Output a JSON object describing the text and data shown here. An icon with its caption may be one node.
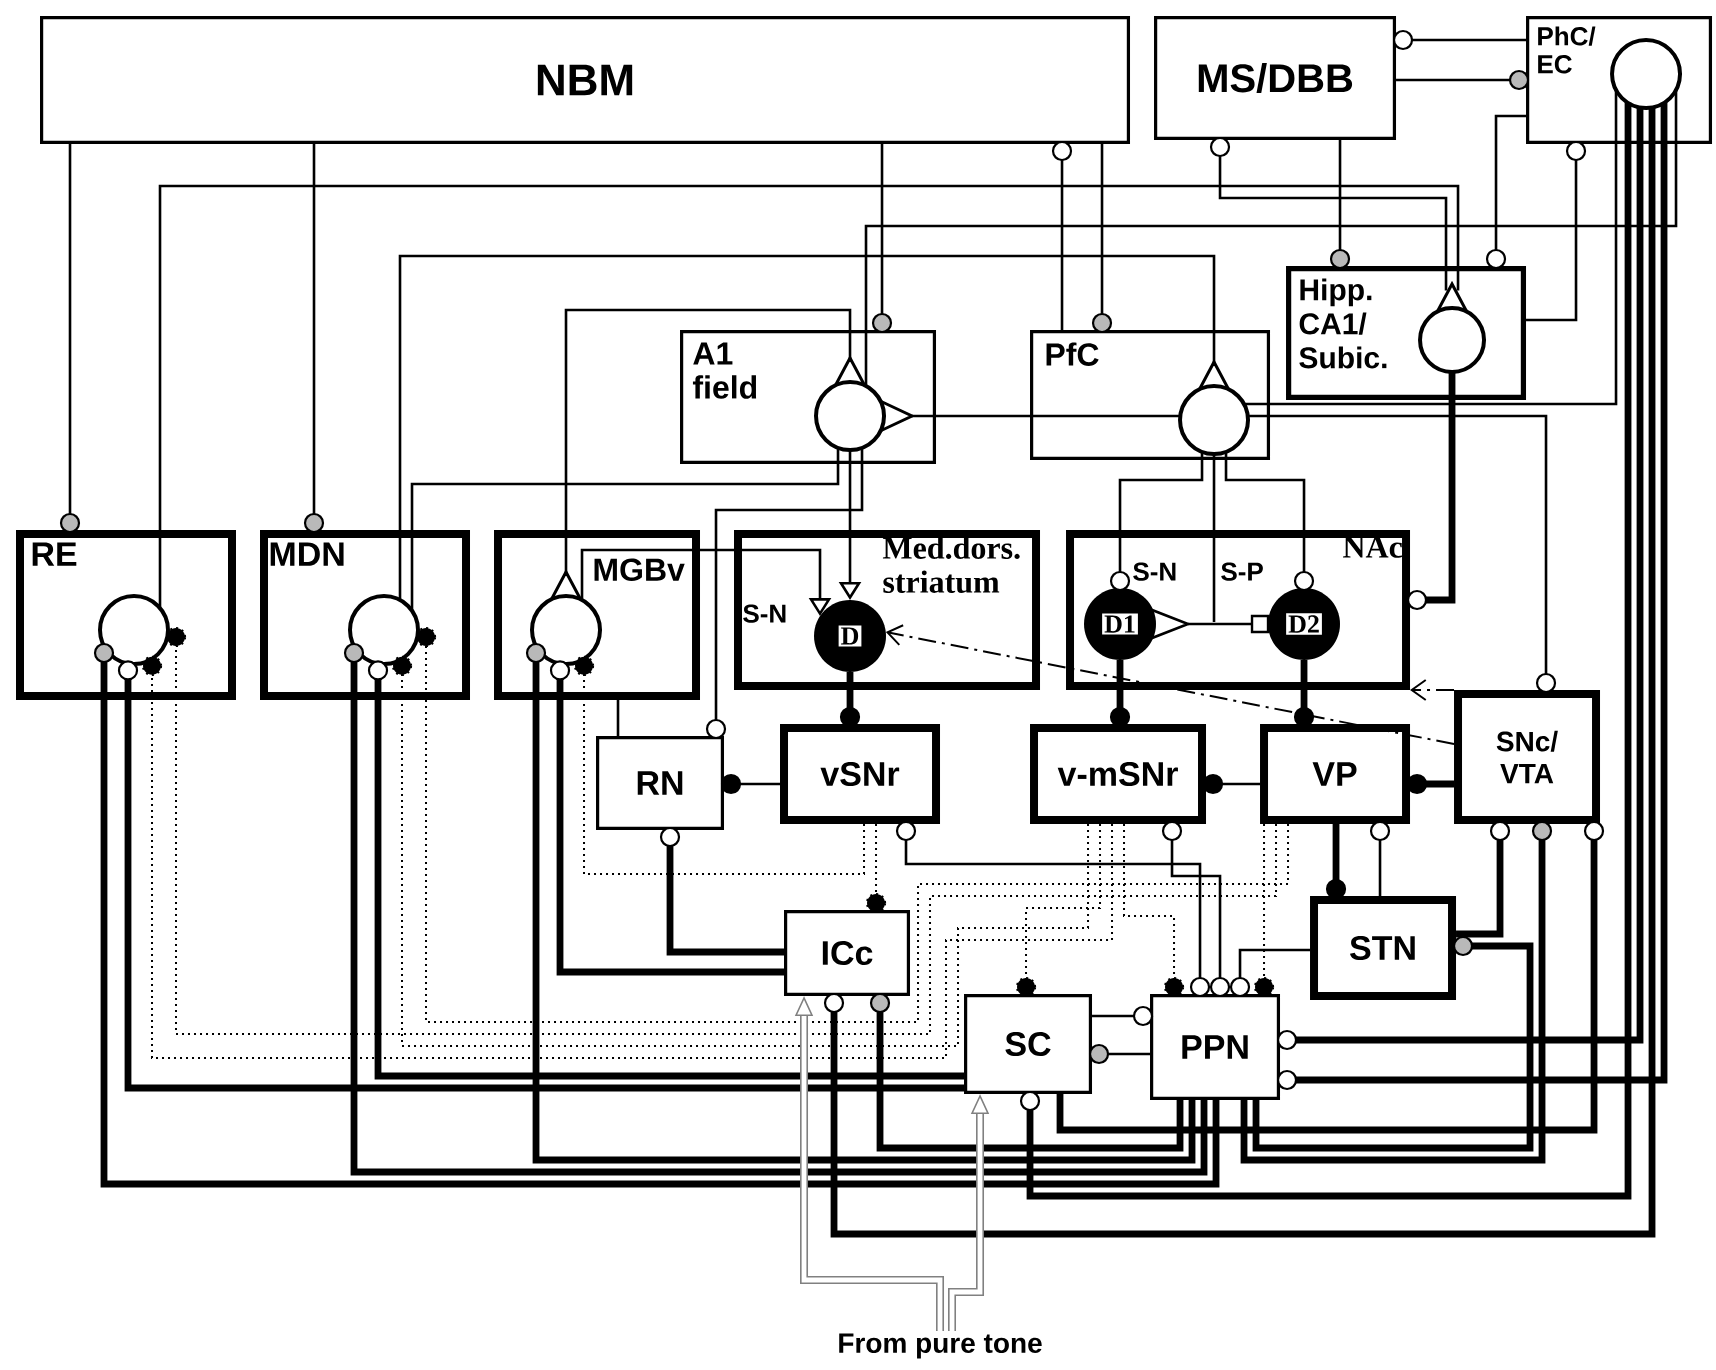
{
  "diagram": {
    "nodes": [
      {
        "text": [
          "NBM"
        ]
      },
      {
        "text": [
          "MS/DBB"
        ]
      },
      {
        "text": [
          "PhC/ EC"
        ]
      },
      {
        "text": [],
        "shape": "circle",
        "in": 2
      },
      {
        "text": [
          "Hipp. CA1/ Subic."
        ]
      },
      {
        "text": [],
        "shape": "circle",
        "in": 4
      },
      {
        "text": [
          "A1 field"
        ]
      },
      {
        "text": [],
        "shape": "circle",
        "in": 6
      },
      {
        "text": [
          "PfC"
        ]
      },
      {
        "text": [],
        "shape": "circle",
        "in": 8
      },
      {
        "text": [
          "RE"
        ]
      },
      {
        "text": [],
        "shape": "circle",
        "in": 10
      },
      {
        "text": [
          "MDN"
        ]
      },
      {
        "text": [],
        "shape": "circle",
        "in": 12
      },
      {
        "text": [
          "MGBv"
        ]
      },
      {
        "text": [],
        "shape": "circle",
        "in": 14
      },
      {
        "text": [
          "Med.dors. striatum",
          "S-N"
        ]
      },
      {
        "text": [
          "D"
        ],
        "in": 16
      },
      {
        "text": [
          "NAc",
          "S-N",
          "S-P"
        ]
      },
      {
        "text": [
          "D1"
        ],
        "in": 18
      },
      {
        "text": [
          "D2"
        ],
        "in": 18
      },
      {
        "text": [
          "RN"
        ]
      },
      {
        "text": [
          "vSNr"
        ]
      },
      {
        "text": [
          "v-mSNr"
        ]
      },
      {
        "text": [
          "VP"
        ]
      },
      {
        "text": [
          "SNc/ VTA"
        ]
      },
      {
        "text": [
          "ICc"
        ]
      },
      {
        "text": [
          "STN"
        ]
      },
      {
        "text": [
          "SC"
        ]
      },
      {
        "text": [
          "PPN"
        ]
      },
      {
        "text": [
          "From pure tone"
        ]
      }
    ],
    "edges": [
      {
        "from": 0,
        "to": 10,
        "arrow": "other"
      },
      {
        "from": 0,
        "to": 12,
        "arrow": "other"
      },
      {
        "from": 0,
        "to": 6,
        "arrow": "other"
      },
      {
        "from": 0,
        "to": 8,
        "arrow": "other"
      },
      {
        "from": 8,
        "to": 0,
        "arrow": "other"
      },
      {
        "from": 5,
        "to": 11,
        "arrow": "none"
      },
      {
        "from": 5,
        "to": 1,
        "arrow": "other"
      },
      {
        "from": 1,
        "to": 4,
        "arrow": "other"
      },
      {
        "from": 2,
        "to": 1,
        "arrow": "other"
      },
      {
        "from": 1,
        "to": 2,
        "arrow": "other"
      },
      {
        "from": 2,
        "to": 4,
        "arrow": "other"
      },
      {
        "from": 4,
        "to": 2,
        "arrow": "other"
      },
      {
        "from": 9,
        "to": 13,
        "arrow": "none"
      },
      {
        "from": 7,
        "to": 3,
        "arrow": "none"
      },
      {
        "from": 15,
        "to": 7,
        "arrow": "none"
      },
      {
        "from": 7,
        "to": 13,
        "arrow": "none"
      },
      {
        "from": 7,
        "to": 17,
        "arrow": "to"
      },
      {
        "from": 7,
        "to": 21,
        "arrow": "other"
      },
      {
        "from": 15,
        "to": 17,
        "arrow": "to"
      },
      {
        "from": 9,
        "to": 19,
        "arrow": "other"
      },
      {
        "from": 9,
        "to": 20,
        "arrow": "other"
      },
      {
        "from": 9,
        "to": null,
        "arrow": "none"
      },
      {
        "from": 19,
        "to": 20,
        "arrow": "other"
      },
      {
        "from": 7,
        "to": 9,
        "arrow": "none"
      },
      {
        "from": 9,
        "to": 25,
        "arrow": "other"
      },
      {
        "from": 9,
        "to": 3,
        "arrow": "none"
      },
      {
        "from": 5,
        "to": 18,
        "arrow": "other",
        "style": "thick"
      },
      {
        "from": 17,
        "to": 22,
        "arrow": "other",
        "style": "thick"
      },
      {
        "from": 19,
        "to": 23,
        "arrow": "other",
        "style": "thick"
      },
      {
        "from": 20,
        "to": 24,
        "arrow": "other",
        "style": "thick"
      },
      {
        "from": 22,
        "to": 21,
        "arrow": "other"
      },
      {
        "from": 24,
        "to": 23,
        "arrow": "other"
      },
      {
        "from": 25,
        "to": 24,
        "arrow": "other",
        "style": "thick"
      },
      {
        "from": 24,
        "to": 27,
        "arrow": "other",
        "style": "thick"
      },
      {
        "from": 27,
        "to": 24,
        "arrow": "other"
      },
      {
        "from": 22,
        "to": 26,
        "arrow": "other",
        "style": "dashed"
      },
      {
        "from": 22,
        "to": 29,
        "arrow": "other"
      },
      {
        "from": 23,
        "to": 29,
        "arrow": "other"
      },
      {
        "from": 27,
        "to": 29,
        "arrow": "other"
      },
      {
        "from": 23,
        "to": 28,
        "arrow": "other",
        "style": "dashed"
      },
      {
        "from": 23,
        "to": 29,
        "arrow": "other",
        "style": "dashed"
      },
      {
        "from": 24,
        "to": 29,
        "arrow": "other",
        "style": "dashed"
      },
      {
        "from": 24,
        "to": 11,
        "arrow": "other",
        "style": "dashed"
      },
      {
        "from": 24,
        "to": 13,
        "arrow": "other",
        "style": "dashed"
      },
      {
        "from": 23,
        "to": 11,
        "arrow": "other",
        "style": "dashed"
      },
      {
        "from": 23,
        "to": 13,
        "arrow": "other",
        "style": "dashed"
      },
      {
        "from": 22,
        "to": 15,
        "arrow": "other",
        "style": "dashed"
      },
      {
        "from": 29,
        "to": 11,
        "arrow": "other",
        "style": "thick"
      },
      {
        "from": 29,
        "to": 13,
        "arrow": "other",
        "style": "thick"
      },
      {
        "from": 29,
        "to": 15,
        "arrow": "other",
        "style": "thick"
      },
      {
        "from": 29,
        "to": 26,
        "arrow": "other",
        "style": "thick"
      },
      {
        "from": 29,
        "to": 25,
        "arrow": "other",
        "style": "thick"
      },
      {
        "from": 29,
        "to": 27,
        "arrow": "other",
        "style": "thick"
      },
      {
        "from": 29,
        "to": 28,
        "arrow": "other"
      },
      {
        "from": 28,
        "to": 29,
        "arrow": "other"
      },
      {
        "from": 28,
        "to": 11,
        "arrow": "other",
        "style": "thick"
      },
      {
        "from": 28,
        "to": 13,
        "arrow": "other",
        "style": "thick"
      },
      {
        "from": 26,
        "to": 15,
        "arrow": "other",
        "style": "thick"
      },
      {
        "from": 26,
        "to": 21,
        "arrow": "other",
        "style": "thick"
      },
      {
        "from": 3,
        "to": 28,
        "arrow": "other",
        "style": "thick"
      },
      {
        "from": 3,
        "to": 29,
        "arrow": "other",
        "style": "thick"
      },
      {
        "from": 3,
        "to": 26,
        "arrow": "other",
        "style": "thick"
      },
      {
        "from": 3,
        "to": 29,
        "arrow": "other",
        "style": "thick"
      },
      {
        "from": 28,
        "to": 25,
        "arrow": "other",
        "style": "thick"
      },
      {
        "from": 27,
        "to": 25,
        "arrow": "other",
        "style": "thick"
      },
      {
        "from": 30,
        "to": 26,
        "arrow": "to",
        "style": "thick",
        "color": "#808080"
      },
      {
        "from": 30,
        "to": 28,
        "arrow": "to",
        "style": "thick",
        "color": "#808080"
      },
      {
        "from": 25,
        "to": 17,
        "arrow": "to",
        "style": "dashed"
      },
      {
        "from": 25,
        "to": 18,
        "arrow": "to",
        "style": "dashed"
      },
      {
        "from": 14,
        "to": 21,
        "arrow": "none"
      }
    ]
  }
}
